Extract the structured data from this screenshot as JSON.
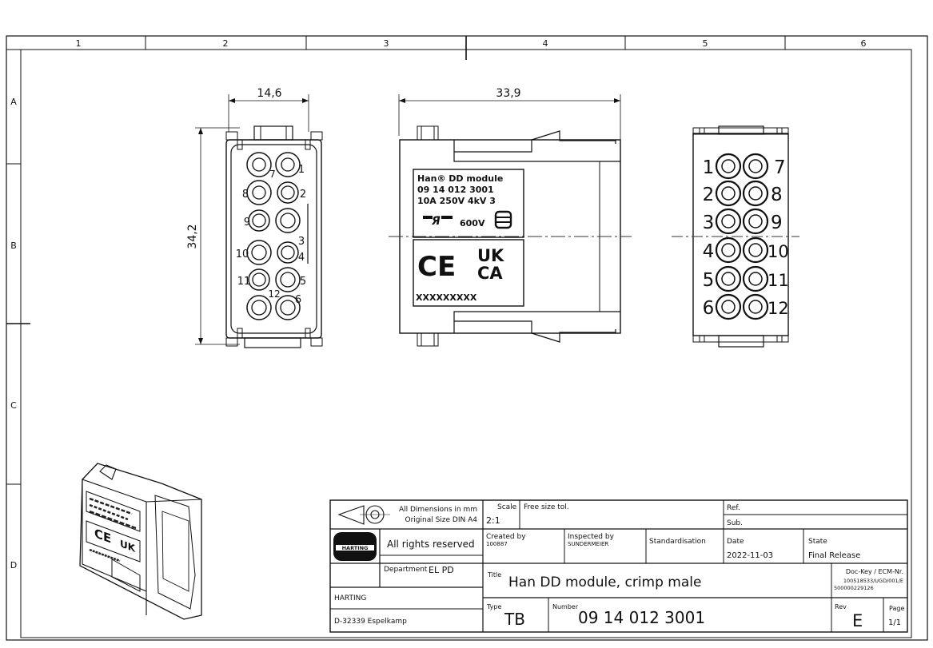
{
  "frame": {
    "columns": [
      "1",
      "2",
      "3",
      "4",
      "5",
      "6"
    ],
    "rows": [
      "A",
      "B",
      "C",
      "D"
    ]
  },
  "dimensions": {
    "front_width": "14,6",
    "front_height": "34,2",
    "side_length": "33,9"
  },
  "label": {
    "line1": "Han® DD module",
    "line2": "09 14 012 3001",
    "line3": "10A 250V 4kV 3",
    "ul_voltage": "600V",
    "ce_mark": "CE",
    "ukca_top": "UK",
    "ukca_bottom": "CA",
    "serial": "XXXXXXXXX"
  },
  "pin_view_front": {
    "left_labels": [
      "8",
      "9",
      "10",
      "11"
    ],
    "mid_labels": [
      "7",
      "12"
    ],
    "right_labels": [
      "1",
      "2",
      "3",
      "4",
      "5",
      "6"
    ]
  },
  "pin_view_rear": {
    "left_numbers": [
      "1",
      "2",
      "3",
      "4",
      "5",
      "6"
    ],
    "right_numbers": [
      "7",
      "8",
      "9",
      "10",
      "11",
      "12"
    ]
  },
  "title_block": {
    "dim_note_1": "All Dimensions in mm",
    "dim_note_2": "Original Size DIN A4",
    "scale_label": "Scale",
    "scale_value": "2:1",
    "tolerance_label": "Free size tol.",
    "ref_label": "Ref.",
    "sub_label": "Sub.",
    "rights": "All rights reserved",
    "created_by_label": "Created by",
    "created_by_value": "100887",
    "inspected_by_label": "Inspected by",
    "inspected_by_value": "SUNDERMEIER",
    "standardisation_label": "Standardisation",
    "date_label": "Date",
    "date_value": "2022-11-03",
    "state_label": "State",
    "state_value": "Final Release",
    "logo_text": "HARTING",
    "department_label": "Department",
    "department_value": "EL PD",
    "title_label": "Title",
    "title_value": "Han DD module, crimp male",
    "doc_key_label": "Doc-Key / ECM-Nr.",
    "doc_key_value_1": "100518533/UGD/001/E",
    "doc_key_value_2": "500000229126",
    "company": "HARTING",
    "address": "D-32339 Espelkamp",
    "type_label": "Type",
    "type_value": "TB",
    "number_label": "Number",
    "number_value": "09 14 012 3001",
    "rev_label": "Rev",
    "rev_value": "E",
    "page_label": "Page",
    "page_value": "1/1"
  }
}
